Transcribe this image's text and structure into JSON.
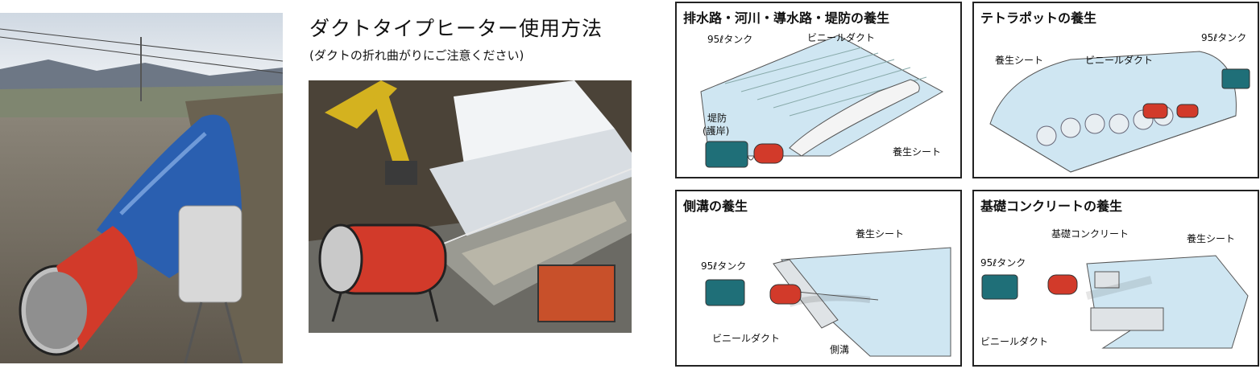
{
  "header": {
    "title": "ダクトタイプヒーター使用方法",
    "subtitle": "(ダクトの折れ曲がりにご注意ください)"
  },
  "panels": {
    "drainage": {
      "title": "排水路・河川・導水路・堤防の養生",
      "tank": "95ℓタンク",
      "duct": "ビニールダクト",
      "embankment_1": "堤防",
      "embankment_2": "(護岸)",
      "sheet": "養生シート"
    },
    "tetrapod": {
      "title": "テトラポットの養生",
      "tank": "95ℓタンク",
      "sheet": "養生シート",
      "duct": "ビニールダクト"
    },
    "gutter": {
      "title": "側溝の養生",
      "sheet": "養生シート",
      "tank": "95ℓタンク",
      "duct": "ビニールダクト",
      "gutter": "側溝"
    },
    "foundation": {
      "title": "基礎コンクリートの養生",
      "concrete": "基礎コンクリート",
      "sheet": "養生シート",
      "tank": "95ℓタンク",
      "duct": "ビニールダクト"
    }
  },
  "colors": {
    "heater_red": "#d23a2a",
    "tank_teal": "#1f6f78",
    "sheet_blue": "#cfe6f2"
  }
}
